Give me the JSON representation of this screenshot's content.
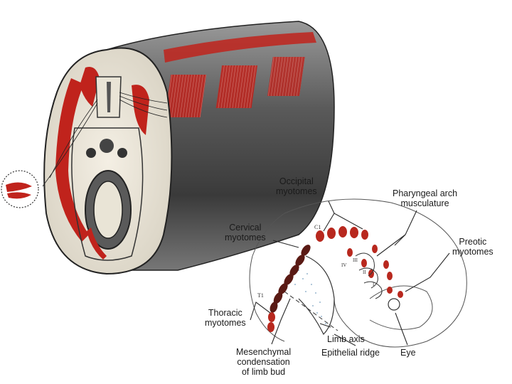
{
  "labels": {
    "occipital": [
      "Occipital",
      "myotomes"
    ],
    "pharyngeal": [
      "Pharyngeal arch",
      "musculature"
    ],
    "cervical": [
      "Cervical",
      "myotomes"
    ],
    "preotic": [
      "Preotic",
      "myotomes"
    ],
    "thoracic": [
      "Thoracic",
      "myotomes"
    ],
    "limb_axis": "Limb axis",
    "mesenchymal": [
      "Mesenchymal",
      "condensation",
      "of limb bud"
    ],
    "epithelial": "Epithelial ridge",
    "eye": "Eye"
  },
  "markers": {
    "c1": "C1",
    "t1": "T1",
    "iv": "IV",
    "iii": "III",
    "ii": "II",
    "i": "I"
  },
  "colors": {
    "muscle_red": "#c0231c",
    "myotome_dark": "#5a1a14",
    "tissue_grey": "#7a7a7a",
    "line": "#2a2a2a"
  }
}
